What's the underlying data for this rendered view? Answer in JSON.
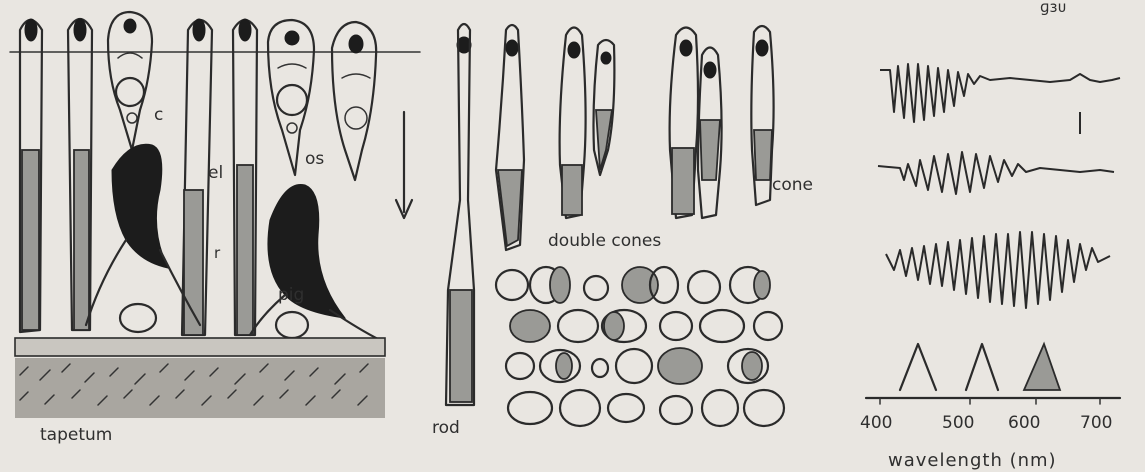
{
  "panel_a": {
    "labels": {
      "c": "c",
      "el": "el",
      "os": "os",
      "r": "r",
      "pig": "pig",
      "tapetum": "tapetum"
    }
  },
  "panel_b": {
    "labels": {
      "rod": "rod",
      "double_cones": "double cones",
      "cone": "cone"
    }
  },
  "panel_c": {
    "ticks": [
      "400",
      "500",
      "600",
      "700"
    ],
    "axis_label": "wavelength (nm)",
    "corner_text": "ɡɜᴜ"
  },
  "colors": {
    "background": "#e9e6e1",
    "ink": "#2b2b2b",
    "shading": "#9a9a96"
  }
}
